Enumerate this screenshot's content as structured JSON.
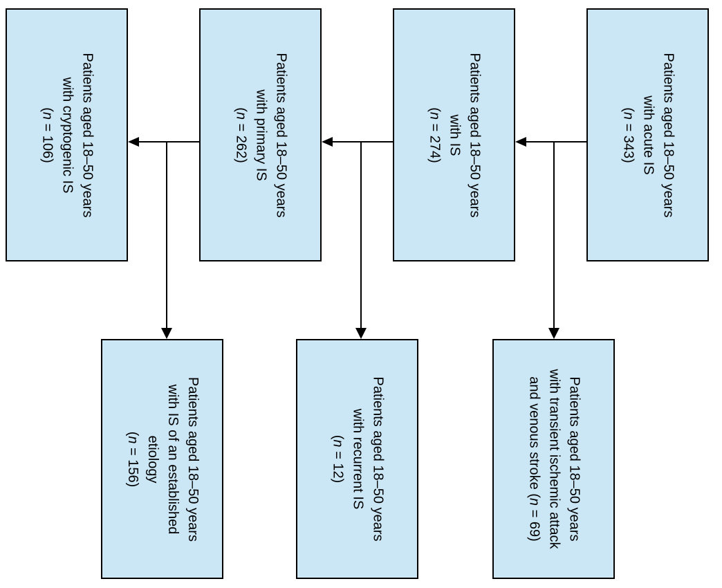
{
  "figure": {
    "type": "patient-flow-diagram",
    "orientation": "text rotated 90deg clockwise",
    "colors": {
      "box_fill": "#cbe7f6",
      "box_border": "#000000",
      "connector": "#000000",
      "text": "#000000",
      "background": "#ffffff"
    }
  },
  "boxes": {
    "acute": {
      "line1": "Patients aged 18–50 years",
      "line2": "with acute IS",
      "count_pre": "(",
      "count_var": "n",
      "count_post": " = 343)"
    },
    "is": {
      "line1": "Patients aged 18–50 years",
      "line2": "with IS",
      "count_pre": "(",
      "count_var": "n",
      "count_post": " = 274)"
    },
    "primary": {
      "line1": "Patients aged 18–50 years",
      "line2": "with primary IS",
      "count_pre": "(",
      "count_var": "n",
      "count_post": " = 262)"
    },
    "cryptogenic": {
      "line1": "Patients aged 18–50 years",
      "line2": "with cryptogenic IS",
      "count_pre": "(",
      "count_var": "n",
      "count_post": " = 106)"
    },
    "established": {
      "line1": "Patients aged 18–50 years",
      "line2": "with IS of an established",
      "line3": "etiology",
      "count_pre": "(",
      "count_var": "n",
      "count_post": " = 156)"
    },
    "recurrent": {
      "line1": "Patients aged 18–50 years",
      "line2": "with recurrent IS",
      "count_pre": "(",
      "count_var": "n",
      "count_post": " = 12)"
    },
    "tia_venous": {
      "line1": "Patients aged 18–50 years",
      "line2": "with transient ischemic attack",
      "count_pre": "and venous stroke (",
      "count_var": "n",
      "count_post": " = 69)"
    }
  }
}
